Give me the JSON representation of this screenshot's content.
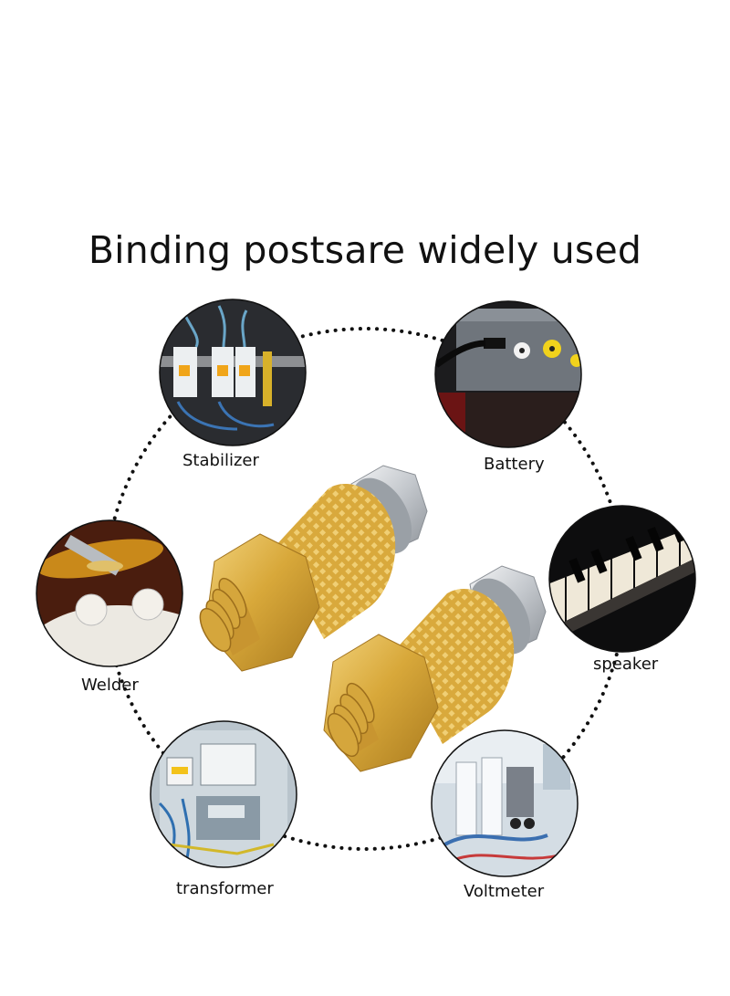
{
  "title": "Binding postsare widely used",
  "applications": [
    {
      "label": "Stabilizer",
      "icon": "circuit-breaker-photo"
    },
    {
      "label": "Battery",
      "icon": "amplifier-panel-photo"
    },
    {
      "label": "speaker",
      "icon": "piano-keys-photo"
    },
    {
      "label": "Voltmeter",
      "icon": "lab-equipment-photo"
    },
    {
      "label": "transformer",
      "icon": "electrical-cabinet-photo"
    },
    {
      "label": "Welder",
      "icon": "guitar-jack-photo"
    }
  ],
  "colors": {
    "brass": "#d6a634",
    "steel": "#c9ccd0",
    "dots": "#111111"
  }
}
